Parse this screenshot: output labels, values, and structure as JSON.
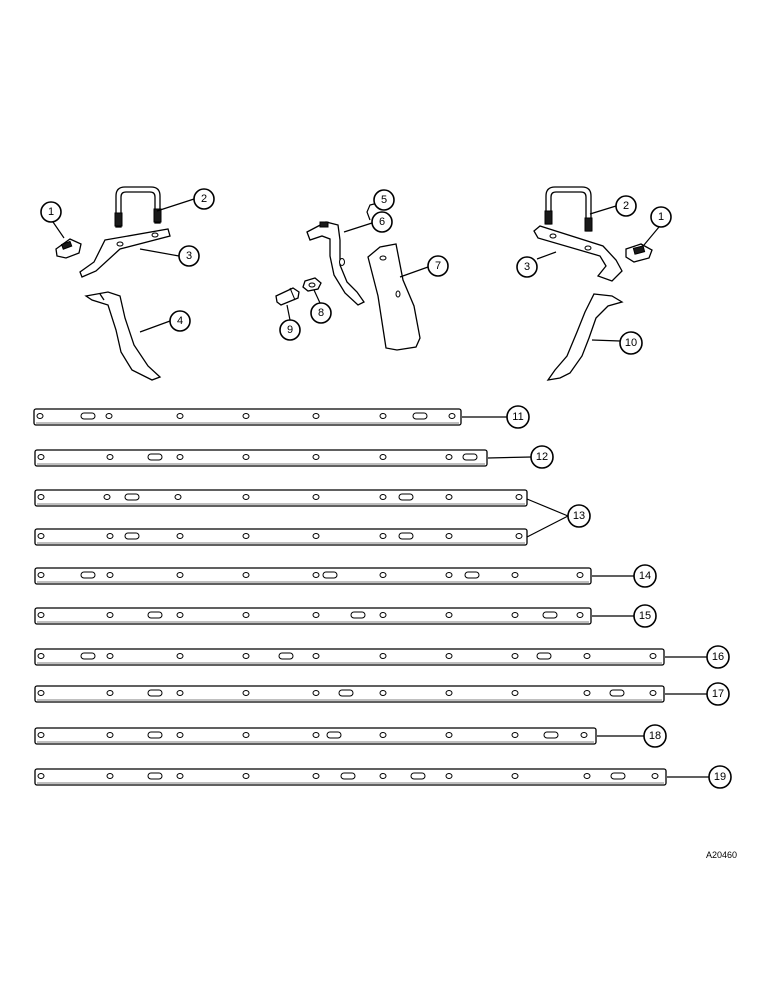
{
  "drawing": {
    "reference_code": "A20460",
    "callouts": [
      {
        "id": "c1-left",
        "label": "1"
      },
      {
        "id": "c2-left",
        "label": "2"
      },
      {
        "id": "c3-left",
        "label": "3"
      },
      {
        "id": "c4",
        "label": "4"
      },
      {
        "id": "c5",
        "label": "5"
      },
      {
        "id": "c6",
        "label": "6"
      },
      {
        "id": "c7",
        "label": "7"
      },
      {
        "id": "c8",
        "label": "8"
      },
      {
        "id": "c9",
        "label": "9"
      },
      {
        "id": "c2-right",
        "label": "2"
      },
      {
        "id": "c1-right",
        "label": "1"
      },
      {
        "id": "c3-right",
        "label": "3"
      },
      {
        "id": "c10",
        "label": "10"
      },
      {
        "id": "c11",
        "label": "11"
      },
      {
        "id": "c12",
        "label": "12"
      },
      {
        "id": "c13",
        "label": "13"
      },
      {
        "id": "c14",
        "label": "14"
      },
      {
        "id": "c15",
        "label": "15"
      },
      {
        "id": "c16",
        "label": "16"
      },
      {
        "id": "c17",
        "label": "17"
      },
      {
        "id": "c18",
        "label": "18"
      },
      {
        "id": "c19",
        "label": "19"
      }
    ]
  }
}
